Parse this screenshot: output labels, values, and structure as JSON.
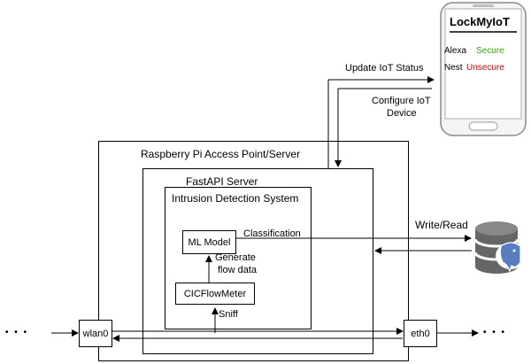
{
  "phone": {
    "title": "LockMyIoT",
    "devices": [
      {
        "name": "Alexa",
        "status": "Secure",
        "status_color": "#33aa00"
      },
      {
        "name": "Nest",
        "status": "Unsecure",
        "status_color": "#cc0000"
      }
    ]
  },
  "containers": {
    "access_point": "Raspberry Pi Access Point/Server",
    "fastapi": "FastAPI Server",
    "ids": "Intrusion Detection System"
  },
  "nodes": {
    "ml_model": "ML Model",
    "cicflowmeter": "CICFlowMeter",
    "wlan0": "wlan0",
    "eth0": "eth0"
  },
  "edge_labels": {
    "update_status": "Update IoT Status",
    "configure_line1": "Configure IoT",
    "configure_line2": "Device",
    "classification": "Classification",
    "generate_line1": "Generate",
    "generate_line2": "flow data",
    "sniff": "Sniff",
    "write_read": "Write/Read"
  },
  "ellipsis": {
    "left": "• • •",
    "right": "• • •"
  },
  "icons": {
    "phone": "smartphone-icon",
    "database": "postgresql-database-icon"
  }
}
